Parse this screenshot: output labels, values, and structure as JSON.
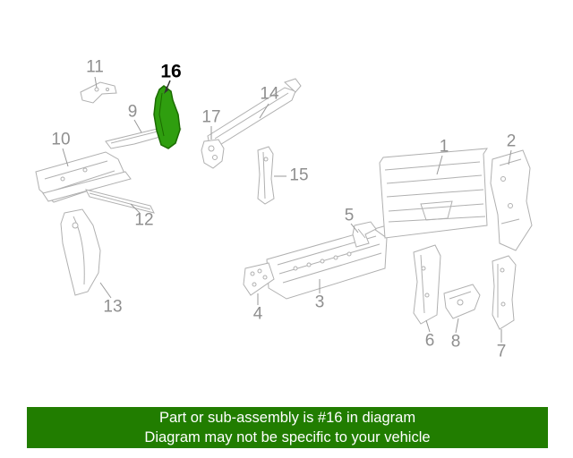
{
  "diagram": {
    "highlighted_part": "16",
    "callouts": [
      {
        "label": "1"
      },
      {
        "label": "2"
      },
      {
        "label": "3"
      },
      {
        "label": "4"
      },
      {
        "label": "5"
      },
      {
        "label": "6"
      },
      {
        "label": "7"
      },
      {
        "label": "8"
      },
      {
        "label": "9"
      },
      {
        "label": "10"
      },
      {
        "label": "11"
      },
      {
        "label": "12"
      },
      {
        "label": "13"
      },
      {
        "label": "14"
      },
      {
        "label": "15"
      },
      {
        "label": "16"
      },
      {
        "label": "17"
      }
    ]
  },
  "banner": {
    "line1": "Part or sub-assembly is #16 in diagram",
    "line2": "Diagram may not be specific to your vehicle"
  },
  "colors": {
    "highlight_fill": "#2f9e0f",
    "highlight_outline": "#1b6b00",
    "banner_bg": "#217d00",
    "banner_text": "#ffffff",
    "callout_gray": "#8f8f8f",
    "part_stroke": "#b0b0b0"
  }
}
